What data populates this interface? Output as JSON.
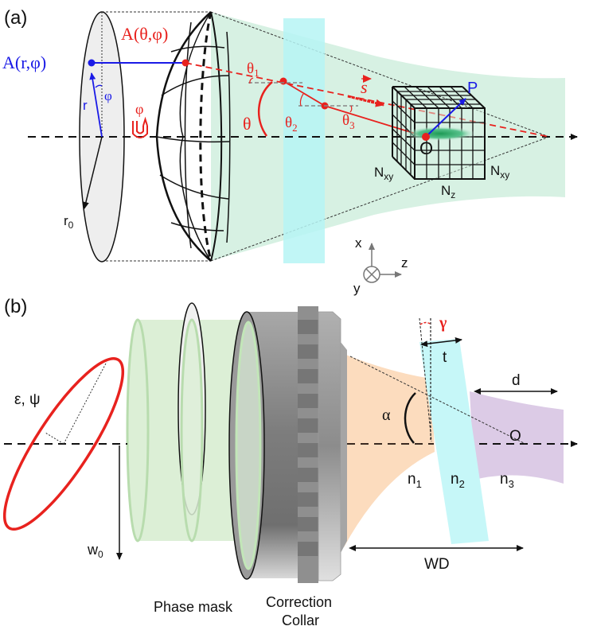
{
  "figure": {
    "panel_a": {
      "label": "(a)",
      "point_pupil": "A(r,φ)",
      "point_sphere": "A(θ,φ)",
      "r": "r",
      "phi_blue": "φ",
      "phi_red": "φ",
      "r0": "r",
      "r0_sub": "0",
      "theta": "θ",
      "theta1": "θ",
      "theta1_sub": "1",
      "theta2": "θ",
      "theta2_sub": "2",
      "theta3": "θ",
      "theta3_sub": "3",
      "s_vec": "s",
      "P": "P",
      "O": "O",
      "nxy_left": "N",
      "nxy_left_sub": "xy",
      "nxy_right": "N",
      "nxy_right_sub": "xy",
      "nz": "N",
      "nz_sub": "z",
      "axis_x": "x",
      "axis_y": "y",
      "axis_z": "z"
    },
    "panel_b": {
      "label": "(b)",
      "eps_psi": "ε, ψ",
      "w0": "w",
      "w0_sub": "0",
      "alpha": "α",
      "gamma": "γ",
      "t": "t",
      "d": "d",
      "O": "O",
      "n1": "n",
      "n1_sub": "1",
      "n2": "n",
      "n2_sub": "2",
      "n3": "n",
      "n3_sub": "3",
      "WD": "WD",
      "phase_mask": "Phase mask",
      "correction_line1": "Correction",
      "correction_line2": "Collar"
    },
    "colors": {
      "beam_green": "#d7f1e3",
      "coverslip_cyan": "#b6f5f5",
      "medium1_orange": "#fcdcbe",
      "medium3_purple": "#dccbe6",
      "phase_green": "#dcefd6",
      "ray_red": "#e8221e",
      "pupil_blue": "#1a1ae6",
      "lens_gray": "#8a8a8a"
    }
  }
}
